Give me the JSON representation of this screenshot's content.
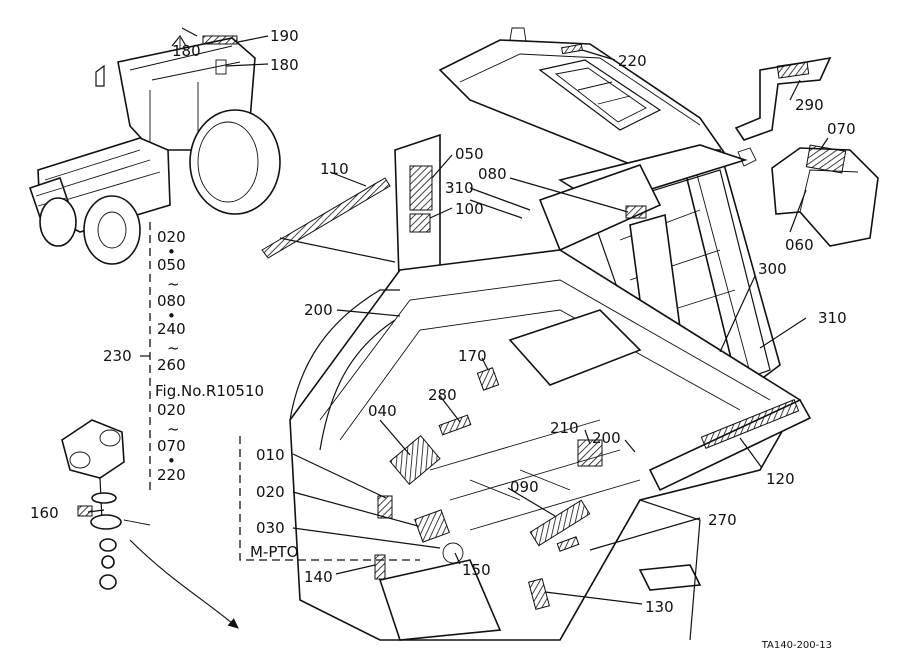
{
  "callouts": [
    {
      "id": "c180a",
      "text": "180"
    },
    {
      "id": "c190",
      "text": "190"
    },
    {
      "id": "c180b",
      "text": "180"
    },
    {
      "id": "c220",
      "text": "220"
    },
    {
      "id": "c290",
      "text": "290"
    },
    {
      "id": "c070",
      "text": "070"
    },
    {
      "id": "c060",
      "text": "060"
    },
    {
      "id": "c110",
      "text": "110"
    },
    {
      "id": "c050",
      "text": "050"
    },
    {
      "id": "c080",
      "text": "080"
    },
    {
      "id": "c310a",
      "text": "310"
    },
    {
      "id": "c100",
      "text": "100"
    },
    {
      "id": "c300",
      "text": "300"
    },
    {
      "id": "c310b",
      "text": "310"
    },
    {
      "id": "c200a",
      "text": "200"
    },
    {
      "id": "c170",
      "text": "170"
    },
    {
      "id": "c040",
      "text": "040"
    },
    {
      "id": "c280",
      "text": "280"
    },
    {
      "id": "c210",
      "text": "210"
    },
    {
      "id": "c200b",
      "text": "200"
    },
    {
      "id": "c120",
      "text": "120"
    },
    {
      "id": "c010",
      "text": "010"
    },
    {
      "id": "c090",
      "text": "090"
    },
    {
      "id": "c020",
      "text": "020"
    },
    {
      "id": "c270",
      "text": "270"
    },
    {
      "id": "c030",
      "text": "030"
    },
    {
      "id": "c150",
      "text": "150"
    },
    {
      "id": "cmpto",
      "text": "M-PTO"
    },
    {
      "id": "c140",
      "text": "140"
    },
    {
      "id": "c130",
      "text": "130"
    },
    {
      "id": "c160",
      "text": "160"
    },
    {
      "id": "c230",
      "text": "230"
    }
  ],
  "kit_230": {
    "items": [
      "020",
      "•",
      "050",
      "~",
      "080",
      "•",
      "240",
      "~",
      "260",
      "Fig.No.R10510",
      "020",
      "~",
      "070",
      "•",
      "220"
    ]
  },
  "figure_code": "TA140-200-13"
}
